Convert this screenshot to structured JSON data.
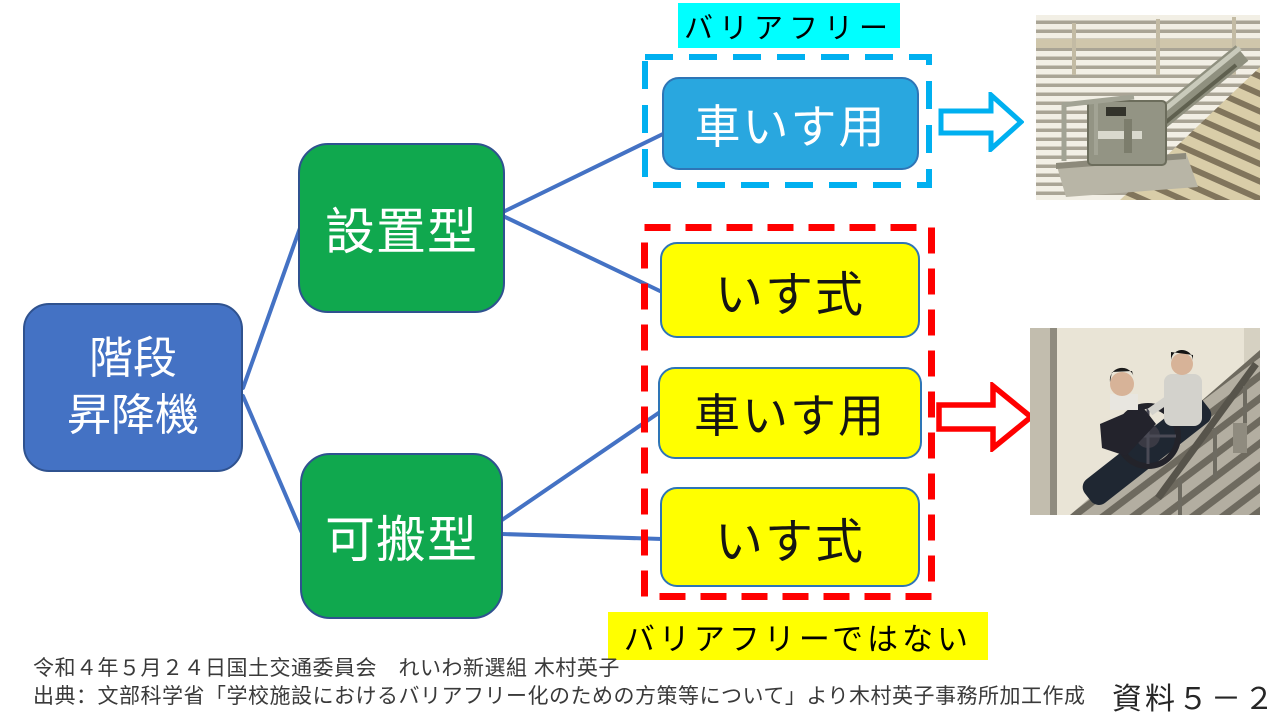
{
  "diagram": {
    "root": {
      "line1": "階段",
      "line2": "昇降機"
    },
    "branches": [
      {
        "label": "設置型"
      },
      {
        "label": "可搬型"
      }
    ],
    "leaves": [
      {
        "label": "車いす用",
        "group": "barrier-free",
        "parent": "設置型"
      },
      {
        "label": "いす式",
        "group": "not-barrier-free",
        "parent": "設置型"
      },
      {
        "label": "車いす用",
        "group": "not-barrier-free",
        "parent": "可搬型"
      },
      {
        "label": "いす式",
        "group": "not-barrier-free",
        "parent": "可搬型"
      }
    ],
    "groups": {
      "barrier_free": {
        "label": "バリアフリー",
        "accent": "#00B0F0",
        "label_bg": "#00FFFF"
      },
      "not_barrier_free": {
        "label": "バリアフリーではない",
        "accent": "#FF0000",
        "label_bg": "#FFFF00"
      }
    },
    "icons": {
      "barrier_free_arrow": "right-block-arrow",
      "not_barrier_free_arrow": "right-block-arrow"
    },
    "photos": [
      {
        "alt": "設置型の車いす用階段昇降機（階段に設置されたリフト）の写真"
      },
      {
        "alt": "可搬型の車いす用階段昇降機（介助者と車いす利用者）の写真"
      }
    ]
  },
  "footer": {
    "line1": "令和４年５月２４日国土交通委員会　れいわ新選組 木村英子",
    "line2": "出典：文部科学省「学校施設におけるバリアフリー化のための方策等について」より木村英子事務所加工作成",
    "doc_number": "資料５－２"
  },
  "colors": {
    "root_box": "#4472C4",
    "branch_box": "#10A84E",
    "leaf_blue_box": "#29A7DF",
    "leaf_yellow_box": "#FFFF00",
    "connector": "#4472C4",
    "barrier_free_accent": "#00B0F0",
    "barrier_free_label_bg": "#00FFFF",
    "not_barrier_free_accent": "#FF0000",
    "not_barrier_free_label_bg": "#FFFF00"
  }
}
